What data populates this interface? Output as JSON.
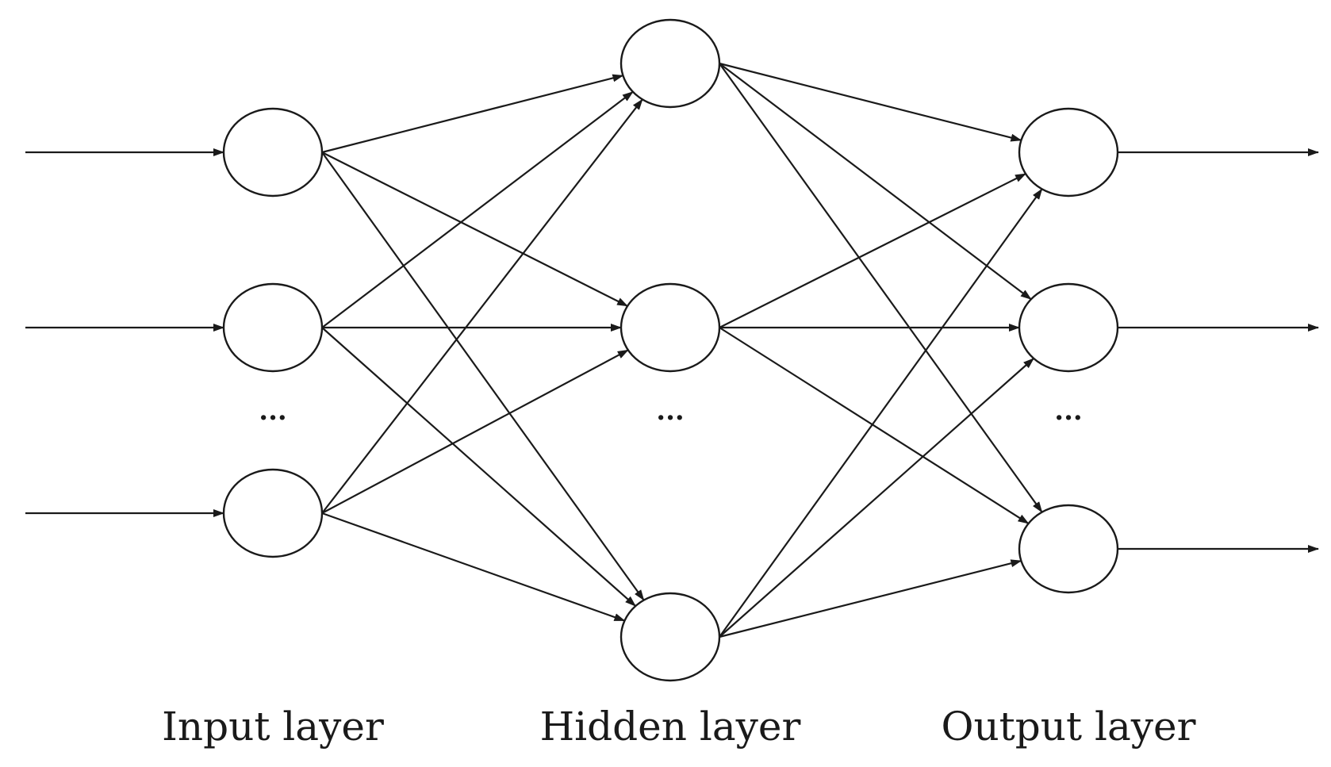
{
  "diagram": {
    "labels": {
      "input": "Input layer",
      "hidden": "Hidden layer",
      "output": "Output layer"
    },
    "ellipsis": "···",
    "layers": [
      {
        "id": "input",
        "nodes": 3
      },
      {
        "id": "hidden",
        "nodes": 3
      },
      {
        "id": "output",
        "nodes": 3
      }
    ],
    "connectivity": "fully-connected",
    "colors": {
      "line": "#1a1a1a",
      "node_fill": "#ffffff",
      "background": "#ffffff"
    }
  }
}
